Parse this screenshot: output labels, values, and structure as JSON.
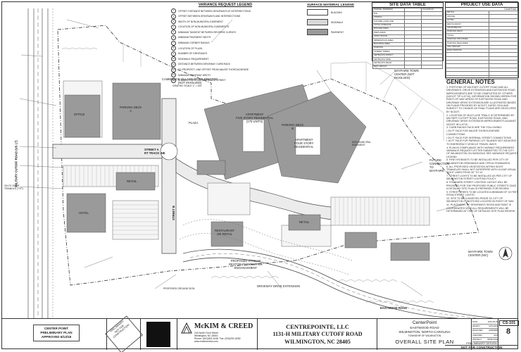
{
  "legends": {
    "variance_title": "VARIANCE REQUEST LEGEND",
    "variance_items": [
      "OFFSET DISTANCE BETWEEN DRIVEWAYS AT INTERSECTIONS",
      "OFFSET BETWEEN DRIVEWAYS AND INTERSECTIONS",
      "WIDTH OF NON-MUNICIPAL EASEMENT",
      "LOCATION OF NON-MUNICIPAL EASEMENTS",
      "MINIMUM TANGENT BETWEEN REVERSE CURVES",
      "MINIMUM PAVEMENT WIDTH",
      "MINIMUM CORNER RADIUS",
      "LOCATION OF PLAZA",
      "NUMBER OF DRIVEWAYS",
      "SIDEWALK REQUIREMENT",
      "DISTANCE BETWEEN DRIVEWAY CURB RADII",
      "TO PROPERTY LINE OFFSET FROM MAJOR THOROUGHFARE",
      "MINIMUM DRIVEWAY WIDTH",
      "SHADED PORTIONS OF PRIVATE STREET"
    ],
    "graphic_scale": "GRAPHIC SCALE    1\" = 100'",
    "surface_title": "SURFACE MATERIAL LEGEND",
    "surface_items": [
      "BUILDING",
      "SIDEWALK",
      "PAVEMENT"
    ]
  },
  "site_table": {
    "title": "SITE DATA TABLE",
    "rows": [
      [
        "PARCEL ADDRESS",
        "",
        "CenterPoint"
      ],
      [
        "PIN",
        "",
        ""
      ],
      [
        "ZONING",
        "",
        ""
      ],
      [
        "FUTURE LAND USE",
        "",
        ""
      ],
      [
        "TOTAL ACREAGE",
        "",
        ""
      ],
      [
        "BUFFER AREA",
        "",
        ""
      ],
      [
        "WETLANDS",
        "",
        ""
      ],
      [
        "OPEN SPACE",
        "",
        ""
      ],
      [
        "IMPERVIOUS AREA",
        "",
        ""
      ],
      [
        "BUILDING AREA",
        "",
        ""
      ],
      [
        "PARKING",
        "",
        ""
      ],
      [
        "STREET TREES",
        "",
        ""
      ],
      [
        "SETBACKS FRONT",
        "",
        ""
      ],
      [
        "SETBACKS SIDE",
        "",
        ""
      ],
      [
        "SETBACKS REAR",
        "",
        ""
      ],
      [
        "MAX HEIGHT",
        "",
        ""
      ]
    ]
  },
  "project_table": {
    "title": "PROJECT USE DATA",
    "header": "CenterPoint",
    "rows": [
      [
        "RETAIL",
        ""
      ],
      [
        "OFFICE",
        ""
      ],
      [
        "HOTEL",
        ""
      ],
      [
        "RESTAURANT",
        ""
      ],
      [
        "APARTMENTS",
        ""
      ],
      [
        "PARKING DECK",
        ""
      ],
      [
        "TOTAL",
        ""
      ],
      [
        "PARKING PROVIDED",
        ""
      ],
      [
        "PARKING REQUIRED",
        ""
      ],
      [
        "ADA SPACES",
        ""
      ],
      [
        "BIKE PARKING",
        ""
      ],
      [
        "",
        ""
      ],
      [
        "",
        ""
      ],
      [
        "",
        ""
      ],
      [
        "",
        ""
      ],
      [
        "",
        ""
      ],
      [
        "",
        ""
      ],
      [
        "",
        ""
      ]
    ]
  },
  "general_notes": {
    "title": "GENERAL NOTES",
    "items": [
      "1. PORTIONS OF MILITARY CUTOFF ROAD AND ALL DRIVEWAYS, DRIVE EXTENSION AND EASTWOOD ROAD IMPROVEMENTS ARE TO BE COMPLETED BY OTHERS (NCDOT TIP U-5710). INFORMATION SHOWN HEREIN FOR RIGHT-OF-WAY AREAS OF EASTWOOD ROAD AND DRIVEWAY DRIVE EXTENSION ARE ILLUSTRATED BASED ON PLANS PROVIDED BY NCDOT, DATED 2015 AND SUBJECT TO CHANGE AS FINAL PLANS ARE DEVELOPED BY NCDOT.",
      "2. LOCATION OF MULTI-USE TRAILS IS DETERMINED BY MILITARY CUTOFF ROAD, EASTWOOD ROAD, AND DRIVEWAY DRIVE EXTENSION IMPROVEMENTS AGAINST NCDOT IN U-5710.",
      "3. CURB RADIUS FACE ARE THE FOLLOWING:",
      "   • 25-FT FACE FOR MAJOR THOROUGHFARE CONNECTIONS",
      "   • 20-FT FACE FOR INTERNAL STREET CONNECTIONS",
      "   • 15-FT FACE FOR PARKING LOT ISLANDS NOT ADJACENT TO EMERGENCY VEHICLE TRAVEL WAYS",
      "4. PLAN IN COMPLIANCE WITH VARIANT REQUIREMENT VARIANCE REQUEST LETTER SUBMITTED TO THE CITY OF WILMINGTON ON 05/05/2018. SEE VARIANCE REQUEST LEGEND.",
      "5. FIRE HYDRANTS TO BE INSTALLED PER CITY OF WILMINGTON ORDINANCE AND CFPUA STANDARDS.",
      "6. ALL PROPOSED VEGETATION WITHIN SIGHT TRIANGLES SHALL NOT INTERFERE WITH CLEAR VISUAL SIGHT LINES FROM 30\" TO 10'.",
      "7. STREET LIGHTS TO BE INSTALLED AS PER CITY OF WILMINGTON STREET LIGHTING POLICY.",
      "8. STANDARD STREET LIGHTING LAYOUT WILL BE PROVIDED FOR THE PROPOSED PUBLIC STREETS ONCE A DETAILED SITE PLAN IS PREPARED FOR REVIEW.",
      "9. STREET TREES TO BE LOCATED A MINIMUM OF 15 FEET FROM STREET LIGHTS.",
      "10. SITE TO BE CONVEYED PRIOR TO CITY OF WILMINGTON CONDITIONS LOCATED IN RIGHT OF WAY.",
      "11. PLACEMENT OF DRIVEWAYS SIGNS AND PAINT IS COORDINATED WITH ALL REQUIREMENTS WILL BE DETERMINED AT TIME OF DETAILED SITE PLAN REVIEW."
    ]
  },
  "map_labels": {
    "apartments_top": "APARTMENT\nFIVE STORY RESIDENTIAL\n(175 UNITS)",
    "apartments_mid": "APARTMENT\nFOUR STORY\nRESIDENTIAL",
    "parking_deck_left": "PARKING DECK\nA",
    "parking_deck_top": "PARKING DECK\nB",
    "office": "OFFICE",
    "retail": "RETAIL",
    "hotel": "HOTEL",
    "restaurant": "RESTAURANT\nOR RETAIL",
    "plaza": "PLAZA",
    "street_a": "STREET A\nRT TRACK INE",
    "street_b": "STREET B",
    "cambridge": "CAMBRIDGE VILLAGE OF WILMINGTON\n(NOT INVOLVED)",
    "mayfaire": "MAYFAIRE TOWN\nCENTER (NOT\nINVOLVED)",
    "mayfaire_right": "MAYFAIRE TOWN\nCENTER (NIC)",
    "future_connection": "FUTURE\nCONNECTION\nTO\nMAYFAIRE",
    "stream": "PROPOSED STREAM\nRESTORATION/BUFFER\nENHANCEMENT",
    "military_cutoff": "MILITARY CUTOFF ROAD (US 17)",
    "drive_ext": "DRIVEWAY DRIVE EXTENSION",
    "eastwood": "EASTWOOD ROAD",
    "sight_triangle": "20'x70' SIGHT\nTRIANGLE (TYP)",
    "non_muni": "NON-MUNICIPAL\nEASEMENT",
    "ground_sign": "PROPOSED GROUND SIGN",
    "retail_small": "RETAIL"
  },
  "title_block": {
    "stamp_left": "CENTER POINT\nPRELIMINARY PLAN\nAPPROVED 6/13/18",
    "stamp_prelim": "PRELIMINARY\nNOT FOR\nCONSTRUCTION",
    "firm": "McKIM & CREED",
    "firm_address": "243 North Front Street\nWilmington, NC 28401\nPhone: (910)343-1048  Fax: (910)251-8282\nwww.mckimcreed.com",
    "owner": "CENTREPOINTE, LLC",
    "owner_address": "1131-H MILITARY CUTOFF ROAD",
    "owner_city": "WILMINGTON, NC 28405",
    "project": "CenterPoint",
    "project_road": "EASTWOOD ROAD",
    "project_city": "WILMINGTON, NORTH CAROLINA",
    "project_township": "TOWNSHIP OF WILMINGTON",
    "sheet_title": "OVERALL SITE PLAN",
    "sheet_no": "CS-101",
    "sheet_seq": "8",
    "footer1": "PRELIMINARY DESIGN",
    "footer2": "NOT FOR CONSTRUCTION",
    "meta": [
      [
        "DATE",
        "2018-05-09"
      ],
      [
        "DRAWN",
        "MJS/ARM"
      ],
      [
        "DESIGNED",
        "ARM/BMB"
      ],
      [
        "CHECKED",
        "SLM"
      ],
      [
        "PROJECT",
        "06095-0009"
      ]
    ]
  }
}
